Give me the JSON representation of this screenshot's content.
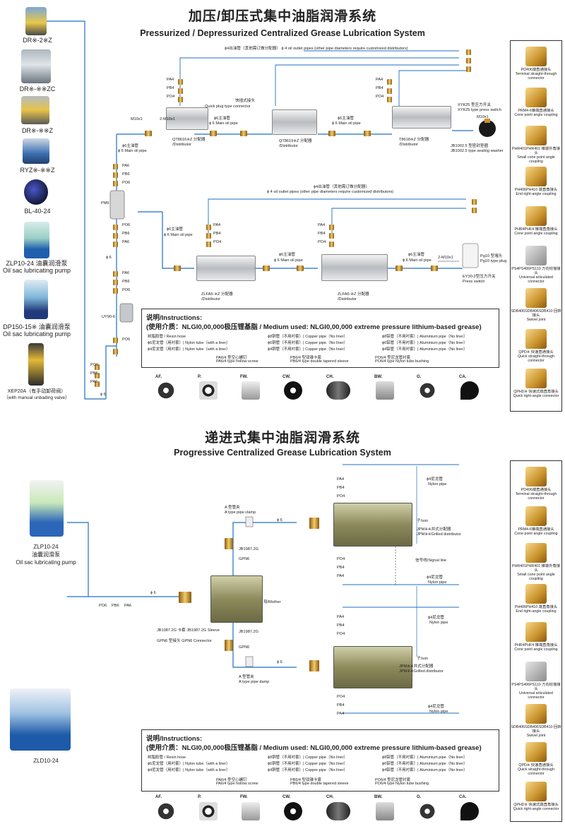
{
  "top": {
    "title_cn": "加压/卸压式集中油脂润滑系统",
    "title_en": "Pressurized / Depressurized Centralized Grease Lubrication System",
    "pumps": [
      {
        "label": "DR※-2※Z"
      },
      {
        "label": "DR※-※※ZC"
      },
      {
        "label": "DR※-※※Z"
      },
      {
        "label": "RYZ※-※※Z"
      },
      {
        "label": "BL-40-24"
      },
      {
        "label": "ZLP10-24 油囊润滑泵",
        "label2": "Oil sac lubricating pump"
      },
      {
        "label": "DP150-15※ 油囊润滑泵",
        "label2": "Oil sac lubricating pump"
      },
      {
        "label": "XEP20A（有手动卸荷阀）",
        "label2": "（with manual unbading valve）"
      }
    ],
    "outlet_note_1": "ϕ4出油管（其他需订做分配器） ϕ 4 oil outlet pipes (other pipe diameters require customized distributors)",
    "outlet_note_2": "ϕ4出油管（其他需订做分配器）",
    "outlet_note_2_en": "ϕ 4 oil outlet pipes (other pipe diameters require customized distributors)",
    "quick_plug_cn": "快插式接头",
    "quick_plug_en": "Quick plug type connector",
    "main_pipe_cn": "ϕ6主油管",
    "main_pipe_en": "ϕ 6 Main oil pipe",
    "main_pipe_en2": "ϕ 6 Main oil pipe",
    "dist1": "QT8616※Z 分配器 /Distributor",
    "dist2": "QT8619※Z 分配器 /Distributor",
    "dist3": "T8618※Z 分配器 /Distributor",
    "dist4": "ZLFA5-※Z 分配器 /Distributor",
    "dist5": "ZLFA6-※Z 分配器 /Distributor",
    "switch1": "XYK25 型压力开关",
    "switch1_en": "XYK25 type press switch",
    "washer": "JB1002.5 型密封垫圈",
    "washer_en": "JB1002.5 type sealing washer",
    "switch2": "EY30-2型压力开关",
    "switch2_en": "Press switch",
    "pg10": "Pg10 型堵头",
    "pg10_en": "Pg10 type plug",
    "m10": "M10x1",
    "m10b": "2-M10x1",
    "uy": "UY90-6",
    "pm6": "PM6",
    "phi6": "ϕ 6",
    "pa4": "PA4",
    "pb4": "PB4",
    "po4": "PO4",
    "pa6": "PA6",
    "pb6": "PB6",
    "po6": "PO6"
  },
  "bottom": {
    "title_cn": "递进式集中油脂润滑系统",
    "title_en": "Progressive Centralized Grease Lubrication System",
    "pump1": "ZLP10-24",
    "pump1_cn": "油囊润滑泵",
    "pump1_en": "Oil sac lubricating pump",
    "pump2": "ZLD10-24",
    "clamp_cn": "A 型管夹",
    "clamp_en": "A type pipe clamp",
    "clamp2_en": "A type pipe damp",
    "jb": "JB1987.2G",
    "jb2": "JB1987.2G",
    "gpn": "GPN6",
    "mother": "母/Mother",
    "son": "子/son",
    "jpm": "JPM※※并式分配器",
    "jpm_en": "JPM※※Grilled distributor",
    "signal": "信号线/Signal line",
    "nylon_cn": "ϕ4尼龙管",
    "nylon_en": "Nylon pipe",
    "phi6": "ϕ 6",
    "jb_sleeve": "JB1987.2G 卡套 JB1987.2G Sleeve",
    "gpn_conn": "GPN6 型接头 GPN6 Connector"
  },
  "instructions": {
    "h": "说明/Instructions:",
    "medium": "(使用介质：NLGI0,00,000极压锂基脂 / Medium used: NLGI0,00,000 extreme pressure lithium-based grease)",
    "col1": [
      "树脂胶管 / Resin hose",
      "ϕ6尼龙管（用衬套）| Nylon tube（with a liner）",
      "ϕ4尼龙管（用衬套）| Nylon tube（with a liner）"
    ],
    "col2": [
      "ϕ8铜管（不用衬套）| Copper pipe（No liner）",
      "ϕ6铜管（不用衬套）| Copper pipe（No liner）",
      "ϕ4铜管（不用衬套）| Copper pipe（No liner）"
    ],
    "col3": [
      "ϕ8铝管（不用衬套）| Aluminium pipe（No liner）",
      "ϕ6铝管（不用衬套）| Aluminium pipe（No liner）",
      "ϕ4铝管（不用衬套）| Aluminium pipe（No liner）"
    ],
    "k1": "PA6/4 型空心螺钉",
    "k1e": "PA6/4 type hollow screw",
    "k2": "PB6/4 型双锥卡套",
    "k2e": "PB6/4 type double tapered sleeve",
    "k3": "PO6/4 型尼龙管衬套",
    "k3e": "PO6/4 type Nylon tube bushing"
  },
  "icons": [
    "AF.",
    "P.",
    "FW.",
    "CW.",
    "CH.",
    "BW.",
    "G.",
    "CA."
  ],
  "sidebar": [
    {
      "cn": "PD406端直通接头",
      "en": "Terminal straight-through connector"
    },
    {
      "cn": "PRM4-6锥端直通接头",
      "en": "Cone point angle coupling"
    },
    {
      "cn": "PHR401PHR401 锥端外角接头",
      "en": "Small cone point angle coupling"
    },
    {
      "cn": "PH406PH410 端直角接头",
      "en": "End right-angle coupling"
    },
    {
      "cn": "PHR4PHF4 锥端直角接头",
      "en": "Cone point angle coupling"
    },
    {
      "cn": "PS4PS406PS110 万向铰接接头",
      "en": "Universal articulated connector"
    },
    {
      "cn": "SDB406SDB406SDB410 回转接头",
      "en": "Swivel joint"
    },
    {
      "cn": "QPD※ 快速直通接头",
      "en": "Quick straight-through connector"
    },
    {
      "cn": "QPHD※ 快速式端直角接头",
      "en": "Quick right-angle connector"
    }
  ],
  "colors": {
    "pipe_blue": "#1d6fc4",
    "pipe_copper": "#d98a3a",
    "pipe_alu": "#9a9a9a",
    "brass": "#c9922c"
  }
}
